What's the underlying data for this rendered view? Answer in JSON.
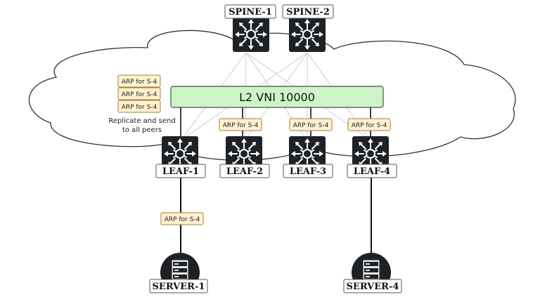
{
  "colors": {
    "vni_fill": "#ccf5c6",
    "vni_stroke": "#4a4a4a",
    "arp_fill": "#fff1d0",
    "arp_stroke": "#a08040",
    "switch_fill": "#1e2126",
    "cloud_stroke": "#333333",
    "mesh_line": "#d4d4d4"
  },
  "spines": [
    {
      "label": "SPINE-1",
      "icon": "switch-icon"
    },
    {
      "label": "SPINE-2",
      "icon": "switch-icon"
    }
  ],
  "leaves": [
    {
      "label": "LEAF-1",
      "icon": "switch-icon"
    },
    {
      "label": "LEAF-2",
      "icon": "switch-icon"
    },
    {
      "label": "LEAF-3",
      "icon": "switch-icon"
    },
    {
      "label": "LEAF-4",
      "icon": "switch-icon"
    }
  ],
  "servers": [
    {
      "label": "SERVER-1",
      "icon": "server-icon"
    },
    {
      "label": "SERVER-4",
      "icon": "server-icon"
    }
  ],
  "vni": {
    "label": "L2 VNI 10000"
  },
  "arp_tags": {
    "stack": [
      "ARP for S-4",
      "ARP for S-4",
      "ARP for S-4"
    ],
    "leaf_links": [
      "ARP for S-4",
      "ARP for S-4",
      "ARP for S-4"
    ],
    "server_link": "ARP for S-4"
  },
  "note": {
    "line1": "Replicate and send",
    "line2": "to all peers"
  }
}
